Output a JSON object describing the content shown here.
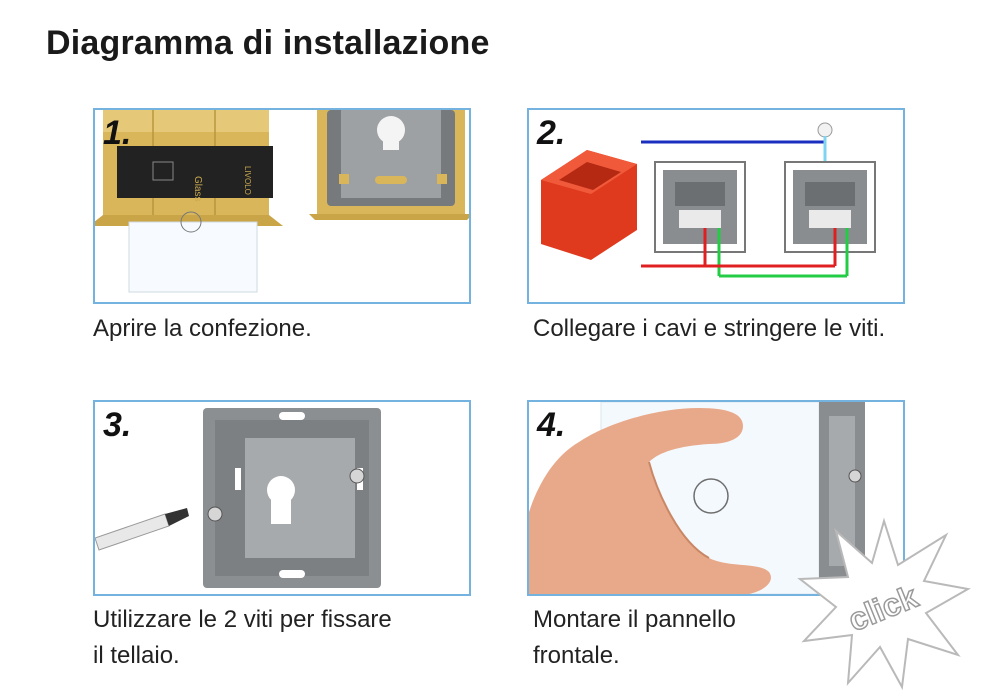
{
  "title": "Diagramma di installazione",
  "steps": [
    {
      "number": "1.",
      "caption": "Aprire la confezione."
    },
    {
      "number": "2.",
      "caption": "Collegare i cavi e stringere le viti."
    },
    {
      "number": "3.",
      "caption": "Utilizzare le 2 viti per fissare",
      "caption_line2": "il tellaio."
    },
    {
      "number": "4.",
      "caption": "Montare il pannello",
      "caption_line2": "frontale."
    }
  ],
  "burst_text": "click",
  "colors": {
    "frame_border": "#74b3e0",
    "box_gold": "#d9b65a",
    "module_grey": "#8a8d90",
    "wire_blue": "#1a2fbf",
    "wire_red": "#e02020",
    "wire_green": "#22cc44",
    "wire_cyan": "#7fd4f0",
    "back_box_red": "#e03a1e"
  },
  "box_label": {
    "brand": "LIVOLO",
    "product": "Glass"
  }
}
